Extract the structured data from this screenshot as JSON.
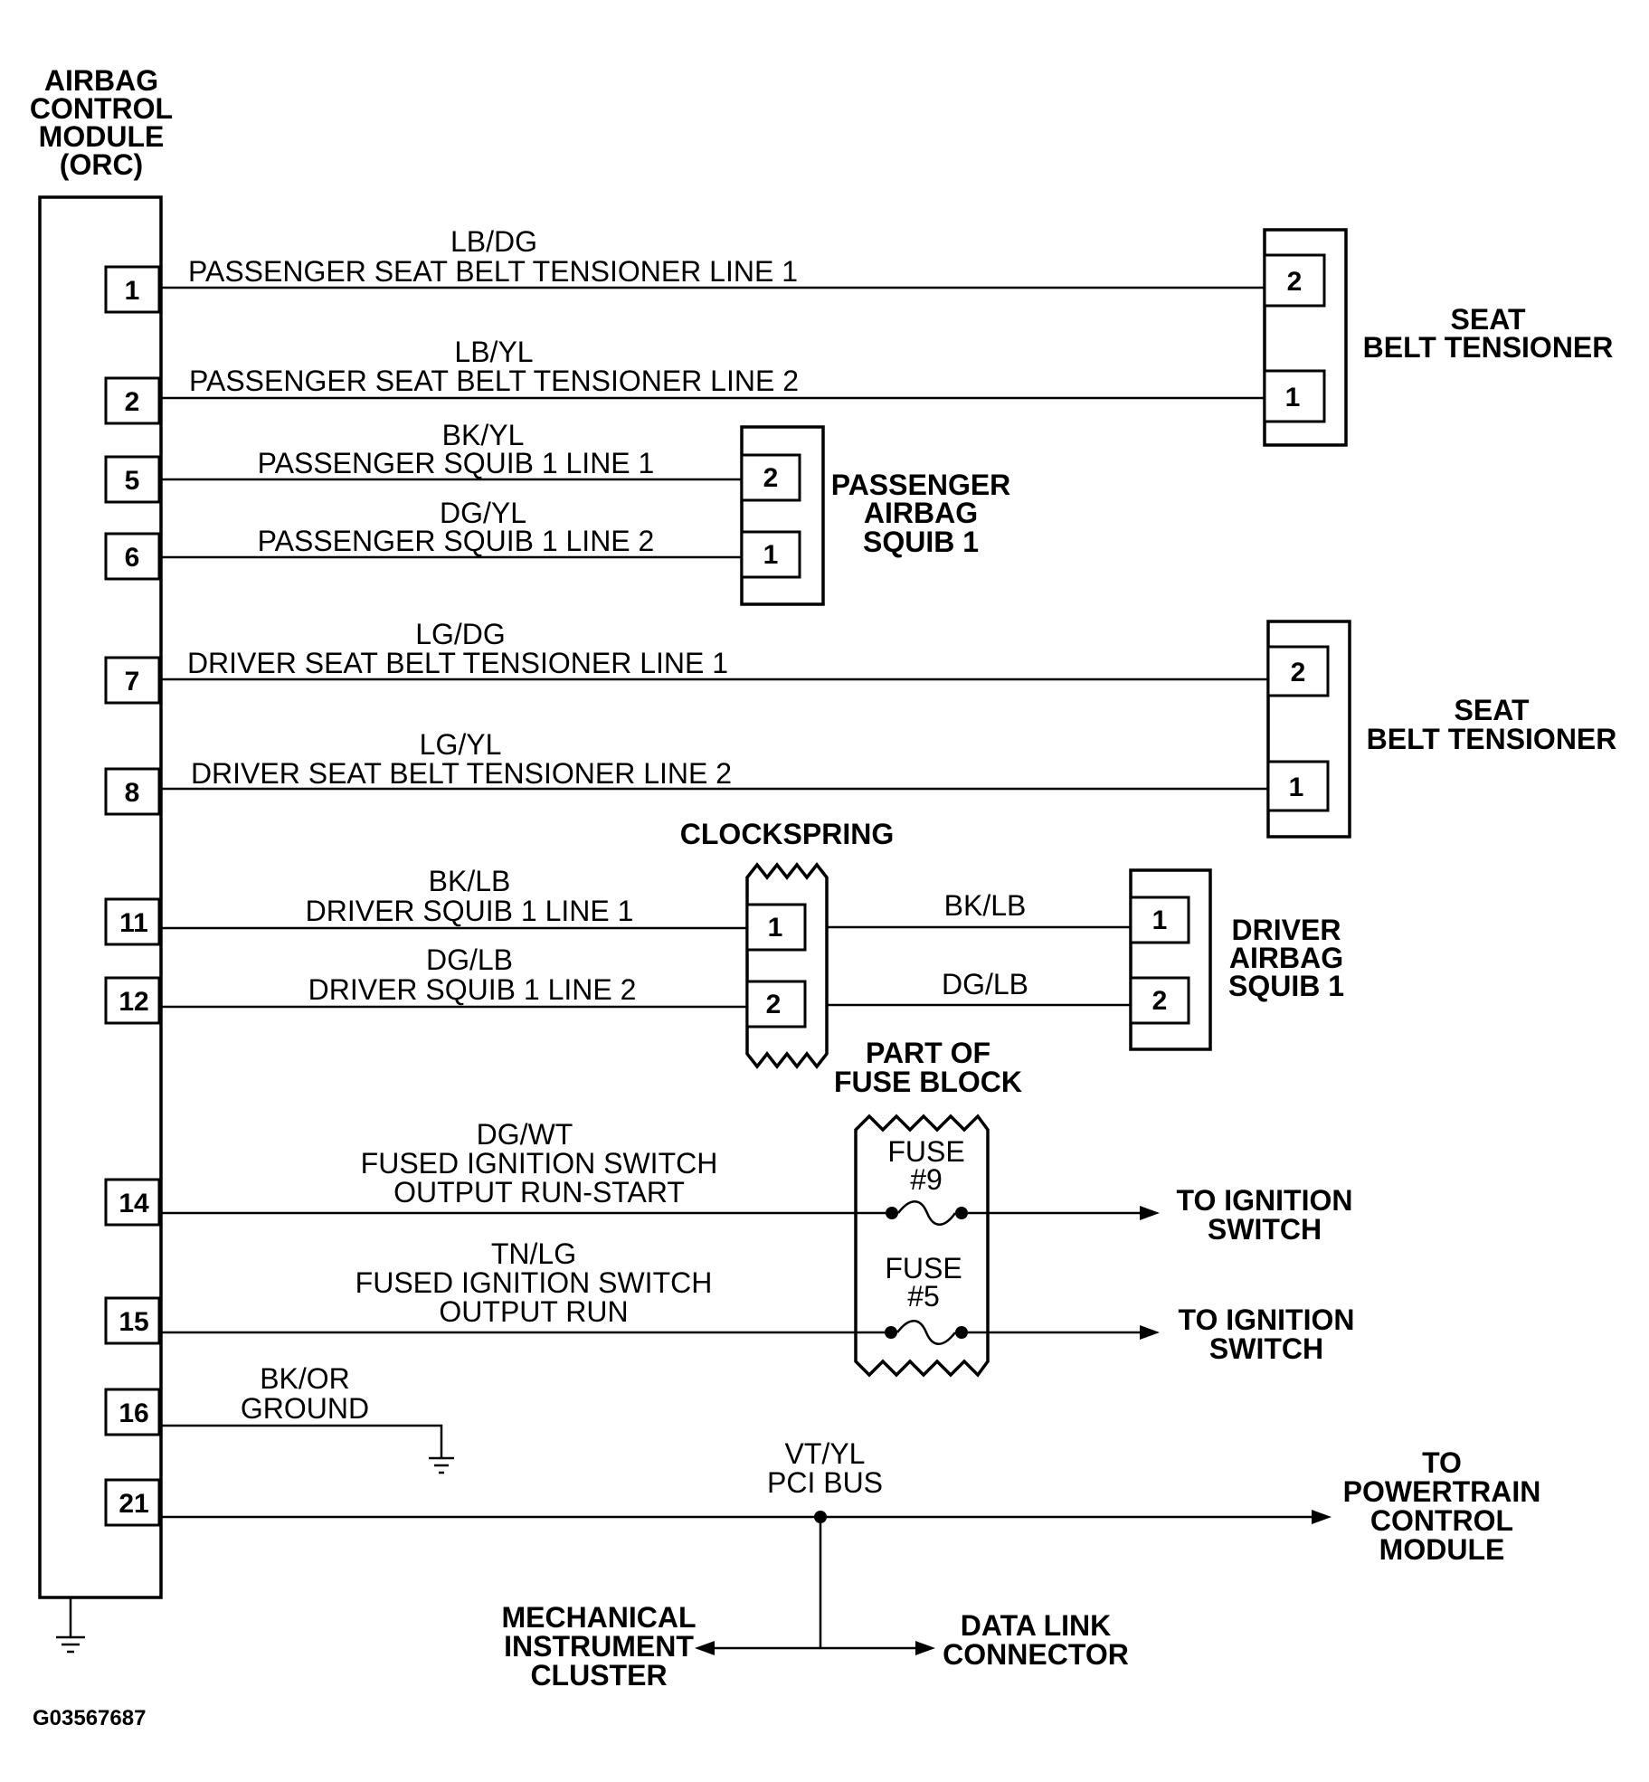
{
  "module": {
    "title_lines": [
      "AIRBAG",
      "CONTROL",
      "MODULE",
      "(ORC)"
    ],
    "pins": [
      "1",
      "2",
      "5",
      "6",
      "7",
      "8",
      "11",
      "12",
      "14",
      "15",
      "16",
      "21"
    ]
  },
  "circuits": [
    {
      "color": "LB/DG",
      "name": "PASSENGER SEAT BELT TENSIONER LINE 1"
    },
    {
      "color": "LB/YL",
      "name": "PASSENGER SEAT BELT TENSIONER LINE 2"
    },
    {
      "color": "BK/YL",
      "name": "PASSENGER SQUIB 1 LINE 1"
    },
    {
      "color": "DG/YL",
      "name": "PASSENGER SQUIB 1 LINE 2"
    },
    {
      "color": "LG/DG",
      "name": "DRIVER SEAT BELT TENSIONER LINE 1"
    },
    {
      "color": "LG/YL",
      "name": "DRIVER SEAT BELT TENSIONER LINE 2"
    },
    {
      "color": "BK/LB",
      "name": "DRIVER SQUIB 1 LINE 1"
    },
    {
      "color": "DG/LB",
      "name": "DRIVER SQUIB 1 LINE 2"
    },
    {
      "color": "DG/WT",
      "name_lines": [
        "FUSED IGNITION SWITCH",
        "OUTPUT RUN-START"
      ]
    },
    {
      "color": "TN/LG",
      "name_lines": [
        "FUSED IGNITION SWITCH",
        "OUTPUT RUN"
      ]
    },
    {
      "color": "BK/OR",
      "name": "GROUND"
    },
    {
      "color": "VT/YL",
      "name": "PCI BUS"
    }
  ],
  "components": {
    "passenger_tensioner": {
      "label_lines": [
        "SEAT",
        "BELT TENSIONER"
      ],
      "pins": [
        "2",
        "1"
      ]
    },
    "passenger_squib": {
      "label_lines": [
        "PASSENGER",
        "AIRBAG",
        "SQUIB 1"
      ],
      "pins": [
        "2",
        "1"
      ]
    },
    "driver_tensioner": {
      "label_lines": [
        "SEAT",
        "BELT TENSIONER"
      ],
      "pins": [
        "2",
        "1"
      ]
    },
    "clockspring": {
      "label": "CLOCKSPRING",
      "pins": [
        "1",
        "2"
      ]
    },
    "driver_squib": {
      "label_lines": [
        "DRIVER",
        "AIRBAG",
        "SQUIB 1"
      ],
      "pins": [
        "1",
        "2"
      ],
      "wire_colors": [
        "BK/LB",
        "DG/LB"
      ]
    },
    "fuse_block": {
      "label_lines": [
        "PART OF",
        "FUSE BLOCK"
      ],
      "fuses": [
        [
          "FUSE",
          "#9"
        ],
        [
          "FUSE",
          "#5"
        ]
      ]
    }
  },
  "destinations": {
    "ignition_switch_1": [
      "TO IGNITION",
      "SWITCH"
    ],
    "ignition_switch_2": [
      "TO IGNITION",
      "SWITCH"
    ],
    "powertrain": [
      "TO",
      "POWERTRAIN",
      "CONTROL",
      "MODULE"
    ],
    "cluster": [
      "MECHANICAL",
      "INSTRUMENT",
      "CLUSTER"
    ],
    "dlc": [
      "DATA LINK",
      "CONNECTOR"
    ]
  },
  "figure_id": "G03567687"
}
